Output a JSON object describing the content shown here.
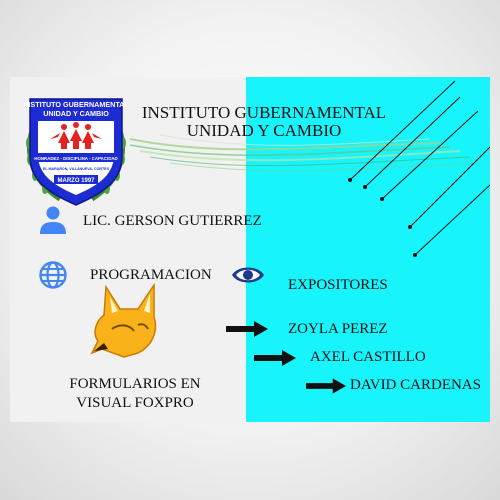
{
  "slide": {
    "title_line1": "INSTITUTO GUBERNAMENTAL",
    "title_line2": "UNIDAD Y CAMBIO",
    "teacher": "LIC. GERSON GUTIERREZ",
    "subject": "PROGRAMACION",
    "caption_line1": "FORMULARIOS EN",
    "caption_line2": "VISUAL FOXPRO",
    "presenters_heading": "EXPOSITORES",
    "presenters": [
      "ZOYLA PEREZ",
      "AXEL CASTILLO",
      "DAVID CARDENAS"
    ]
  },
  "crest": {
    "name_line1": "INSTITUTO GUBERNAMENTAL",
    "name_line2": "UNIDAD Y CAMBIO",
    "motto": "HONRADEZ - DISCIPLINA - CAPACIDAD",
    "location": "EL MARAÑON, VILLANUEVA, CORTES",
    "founded": "MARZO 1997"
  },
  "colors": {
    "panel": "#18f4fc",
    "slide_bg": "#f1f1f1",
    "crest_blue": "#1d2bd3",
    "icon_blue": "#4285f4"
  },
  "icons": [
    "person-icon",
    "globe-icon",
    "eye-icon",
    "fox-logo-icon",
    "arrow-right-icon"
  ]
}
